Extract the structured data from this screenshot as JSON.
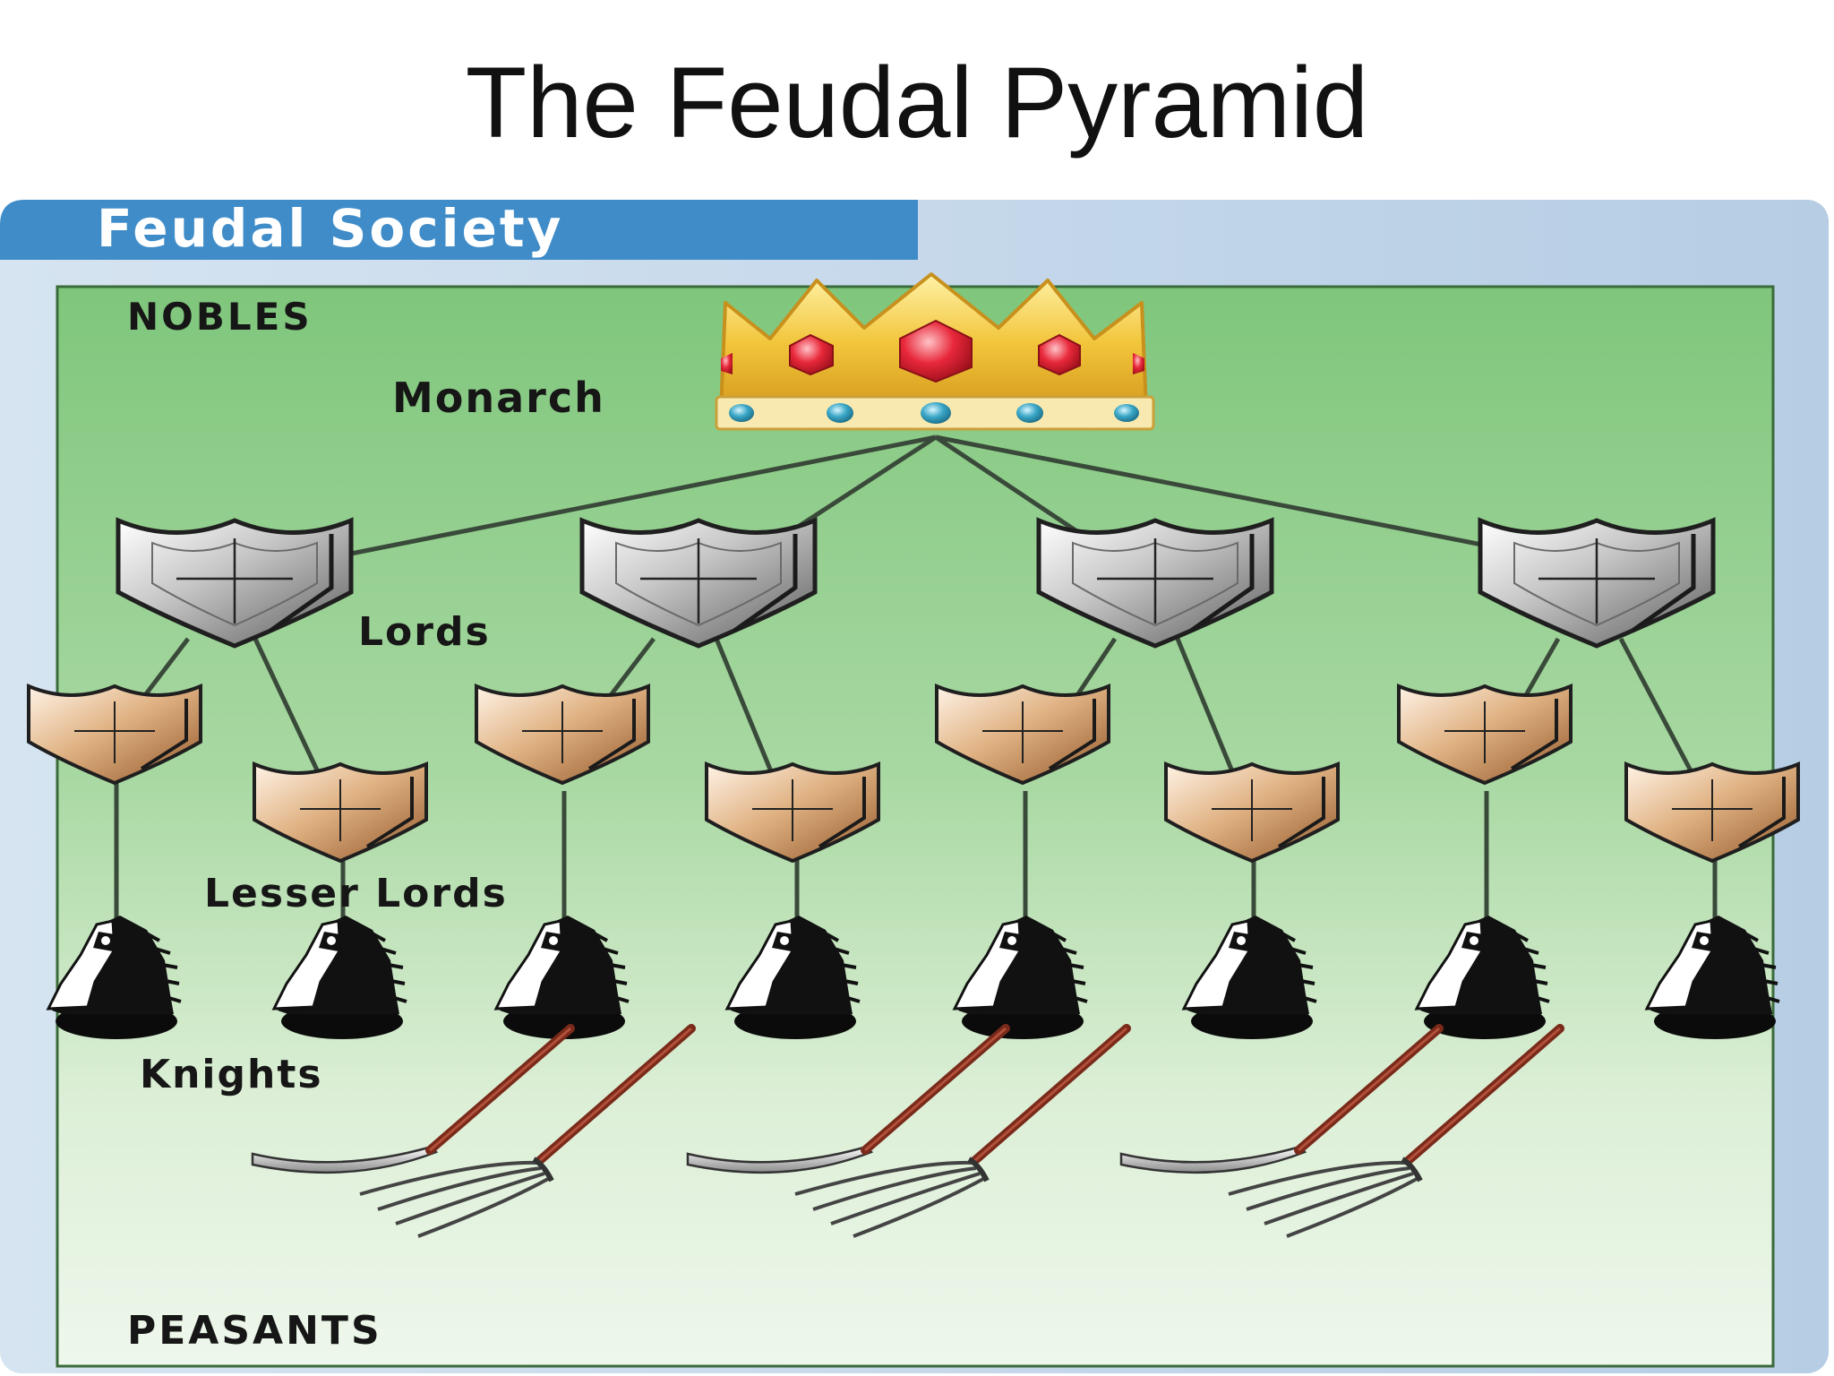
{
  "title": "The Feudal Pyramid",
  "panel": {
    "header": "Feudal Society",
    "labels": {
      "nobles": "NOBLES",
      "monarch": "Monarch",
      "lords": "Lords",
      "lesser_lords": "Lesser Lords",
      "knights": "Knights",
      "peasants": "PEASANTS"
    }
  },
  "icons": {
    "monarch": "crown-icon",
    "lord": "silver-shield-icon",
    "lesser_lord": "bronze-shield-icon",
    "knight": "knight-chess-piece-icon",
    "peasant_tools": "scythe-and-pitchfork-icon"
  },
  "hierarchy": {
    "monarch_count": 1,
    "lords_count": 4,
    "lesser_lords_per_lord": 2,
    "knights_per_lesser_lord": 1,
    "peasant_tool_pairs": 3
  },
  "colors": {
    "header_blue": "#3f8cc8",
    "panel_green": "#8fcd8c",
    "frame_blue": "#bcd3e8",
    "crown_gold": "#f2c63c",
    "jewel_red": "#e8283a",
    "jewel_teal": "#3aa6c6"
  }
}
